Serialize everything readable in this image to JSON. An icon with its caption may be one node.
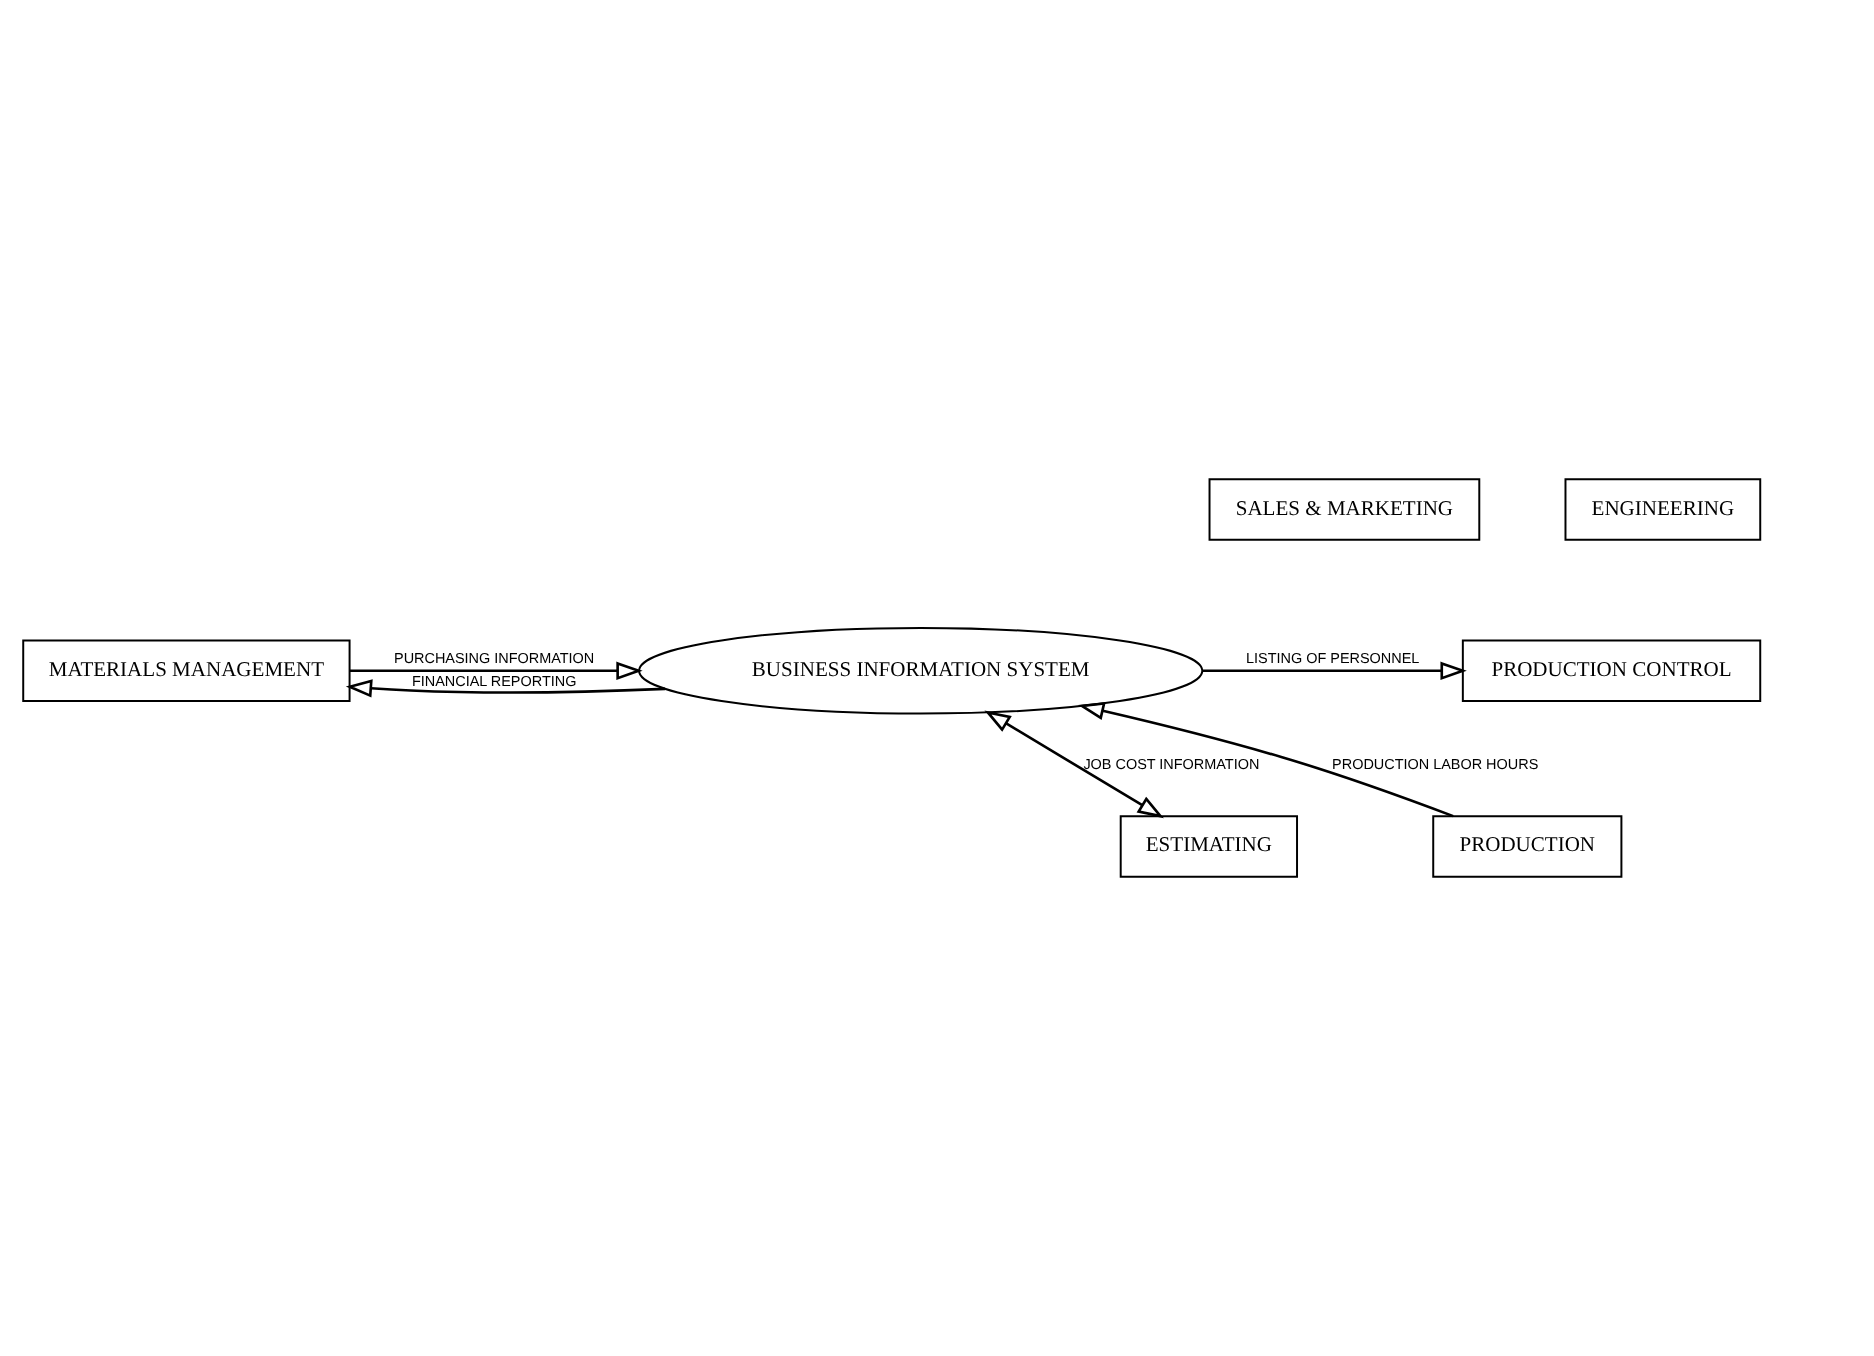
{
  "diagram": {
    "nodes": [
      {
        "text": [
          "SALES & MARKETING"
        ]
      },
      {
        "text": [
          "ENGINEERING"
        ]
      },
      {
        "text": [
          "MATERIALS MANAGEMENT"
        ]
      },
      {
        "text": [
          "BUSINESS INFORMATION SYSTEM"
        ]
      },
      {
        "text": [
          "PRODUCTION CONTROL"
        ]
      },
      {
        "text": [
          "ESTIMATING"
        ]
      },
      {
        "text": [
          "PRODUCTION"
        ]
      }
    ],
    "edges": [
      {
        "from": 2,
        "to": 3,
        "arrow": "to",
        "label": "PURCHASING INFORMATION"
      },
      {
        "from": 3,
        "to": 4,
        "arrow": "to",
        "label": "LISTING OF PERSONNEL"
      },
      {
        "from": 3,
        "to": 2,
        "arrow": "to",
        "label": "FINANCIAL REPORTING"
      },
      {
        "from": 5,
        "to": 3,
        "arrow": "both",
        "label": "JOB COST INFORMATION"
      },
      {
        "from": 6,
        "to": 3,
        "arrow": "to",
        "label": "PRODUCTION LABOR HOURS"
      }
    ]
  }
}
